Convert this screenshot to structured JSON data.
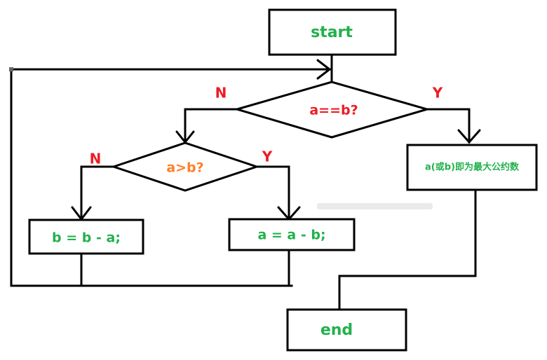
{
  "colors": {
    "process_text": "#22b14c",
    "condition_main_text": "#ed1c24",
    "condition_sub_text": "#ff7f27",
    "branch_label": "#ed1c24",
    "stroke": "#000000"
  },
  "nodes": {
    "start": "start",
    "cond_equal": "a==b?",
    "cond_greater": "a>b?",
    "result": "a(或b)即为最大公约数",
    "assign_a": "a = a - b;",
    "assign_b": "b = b - a;",
    "end": "end"
  },
  "labels": {
    "equal_no": "N",
    "equal_yes": "Y",
    "greater_no": "N",
    "greater_yes": "Y"
  }
}
